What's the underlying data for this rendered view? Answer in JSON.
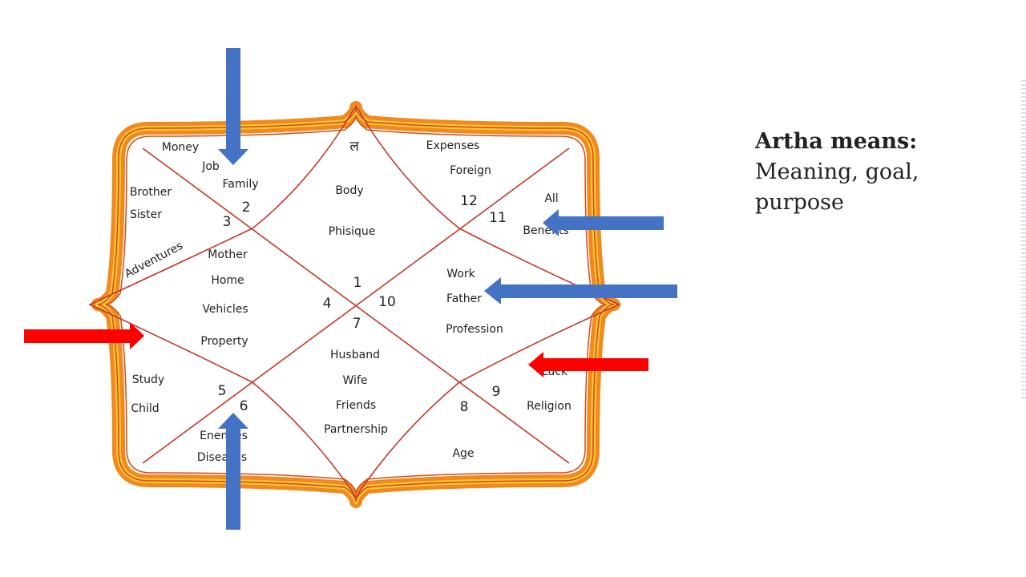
{
  "chart": {
    "houses": [
      {
        "number": "1",
        "labels": [
          "ल",
          "Body",
          "Phisique"
        ]
      },
      {
        "number": "2",
        "labels": [
          "Money",
          "Job",
          "Family"
        ]
      },
      {
        "number": "3",
        "labels": [
          "Brother",
          "Sister",
          "Adventures"
        ]
      },
      {
        "number": "4",
        "labels": [
          "Mother",
          "Home",
          "Vehicles",
          "Property"
        ]
      },
      {
        "number": "5",
        "labels": [
          "Study",
          "Child"
        ]
      },
      {
        "number": "6",
        "labels": [
          "Enemies",
          "Diseases"
        ]
      },
      {
        "number": "7",
        "labels": [
          "Husband",
          "Wife",
          "Friends",
          "Partnership"
        ]
      },
      {
        "number": "8",
        "labels": [
          "Age"
        ]
      },
      {
        "number": "9",
        "labels": [
          "Luck",
          "Religion"
        ]
      },
      {
        "number": "10",
        "labels": [
          "Work",
          "Father",
          "Profession"
        ]
      },
      {
        "number": "11",
        "labels": [
          "All",
          "Benefits"
        ]
      },
      {
        "number": "12",
        "labels": [
          "Expenses",
          "Foreign"
        ]
      }
    ],
    "colors": {
      "frame_outer": "#f0891e",
      "frame_inner": "#f8c53a",
      "frame_edge": "#d24a14",
      "lines": "#c0392b",
      "arrow_blue": "#4472c4",
      "arrow_red": "#ff0000"
    }
  },
  "side_text": {
    "title": "Artha means:",
    "line1": "Meaning, goal,",
    "line2": "purpose"
  }
}
